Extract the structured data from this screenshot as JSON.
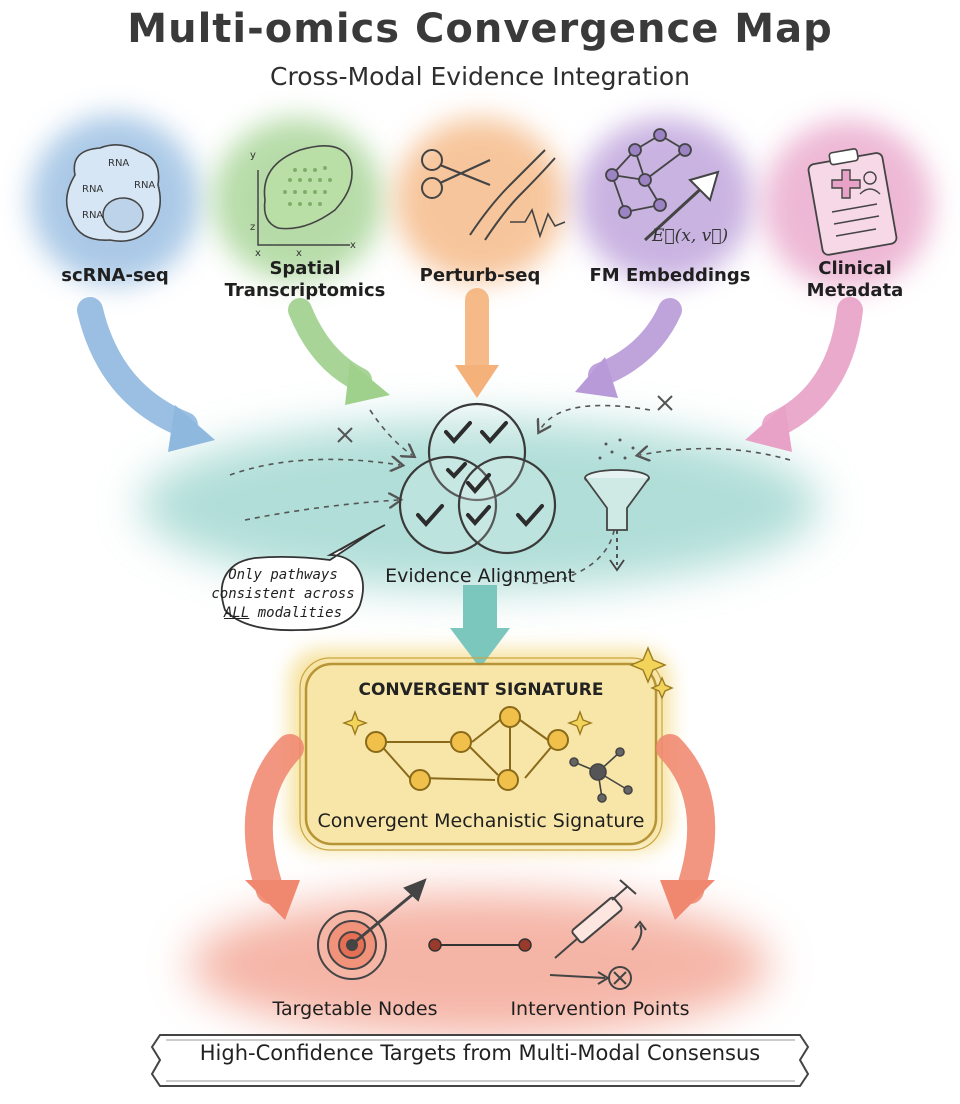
{
  "header": {
    "title": "Multi-omics Convergence Map",
    "subtitle": "Cross-Modal Evidence Integration"
  },
  "sources": [
    {
      "label_line1": "scRNA-seq",
      "label_line2": "",
      "color": "#8fb8df"
    },
    {
      "label_line1": "Spatial",
      "label_line2": "Transcriptomics",
      "color": "#9fd08c"
    },
    {
      "label_line1": "Perturb-seq",
      "label_line2": "",
      "color": "#f4b27a"
    },
    {
      "label_line1": "FM Embeddings",
      "label_line2": "",
      "color": "#b89ad8"
    },
    {
      "label_line1": "Clinical",
      "label_line2": "Metadata",
      "color": "#e8a1c7"
    }
  ],
  "cell_text": {
    "rna_1": "RNA",
    "rna_2": "RNA",
    "rna_3": "RNA",
    "rna_4": "RNA"
  },
  "axis_text": {
    "y": "y",
    "z": "z",
    "x1": "x",
    "x2": "x",
    "x3": "x"
  },
  "formula": "E⃗(x, v⃗)",
  "alignment": {
    "label": "Evidence Alignment",
    "note_line1": "Only pathways",
    "note_line2": "consistent across",
    "note_emph": "ALL",
    "note_line3_rest": " modalities",
    "band_color": "#9ed6cf"
  },
  "signature": {
    "header": "CONVERGENT SIGNATURE",
    "label": "Convergent Mechanistic Signature",
    "glow_color": "#f3d77a"
  },
  "outcomes": {
    "left_label": "Targetable Nodes",
    "right_label": "Intervention Points",
    "band_color": "#f3a391"
  },
  "banner": {
    "text": "High-Confidence Targets from Multi-Modal Consensus"
  }
}
